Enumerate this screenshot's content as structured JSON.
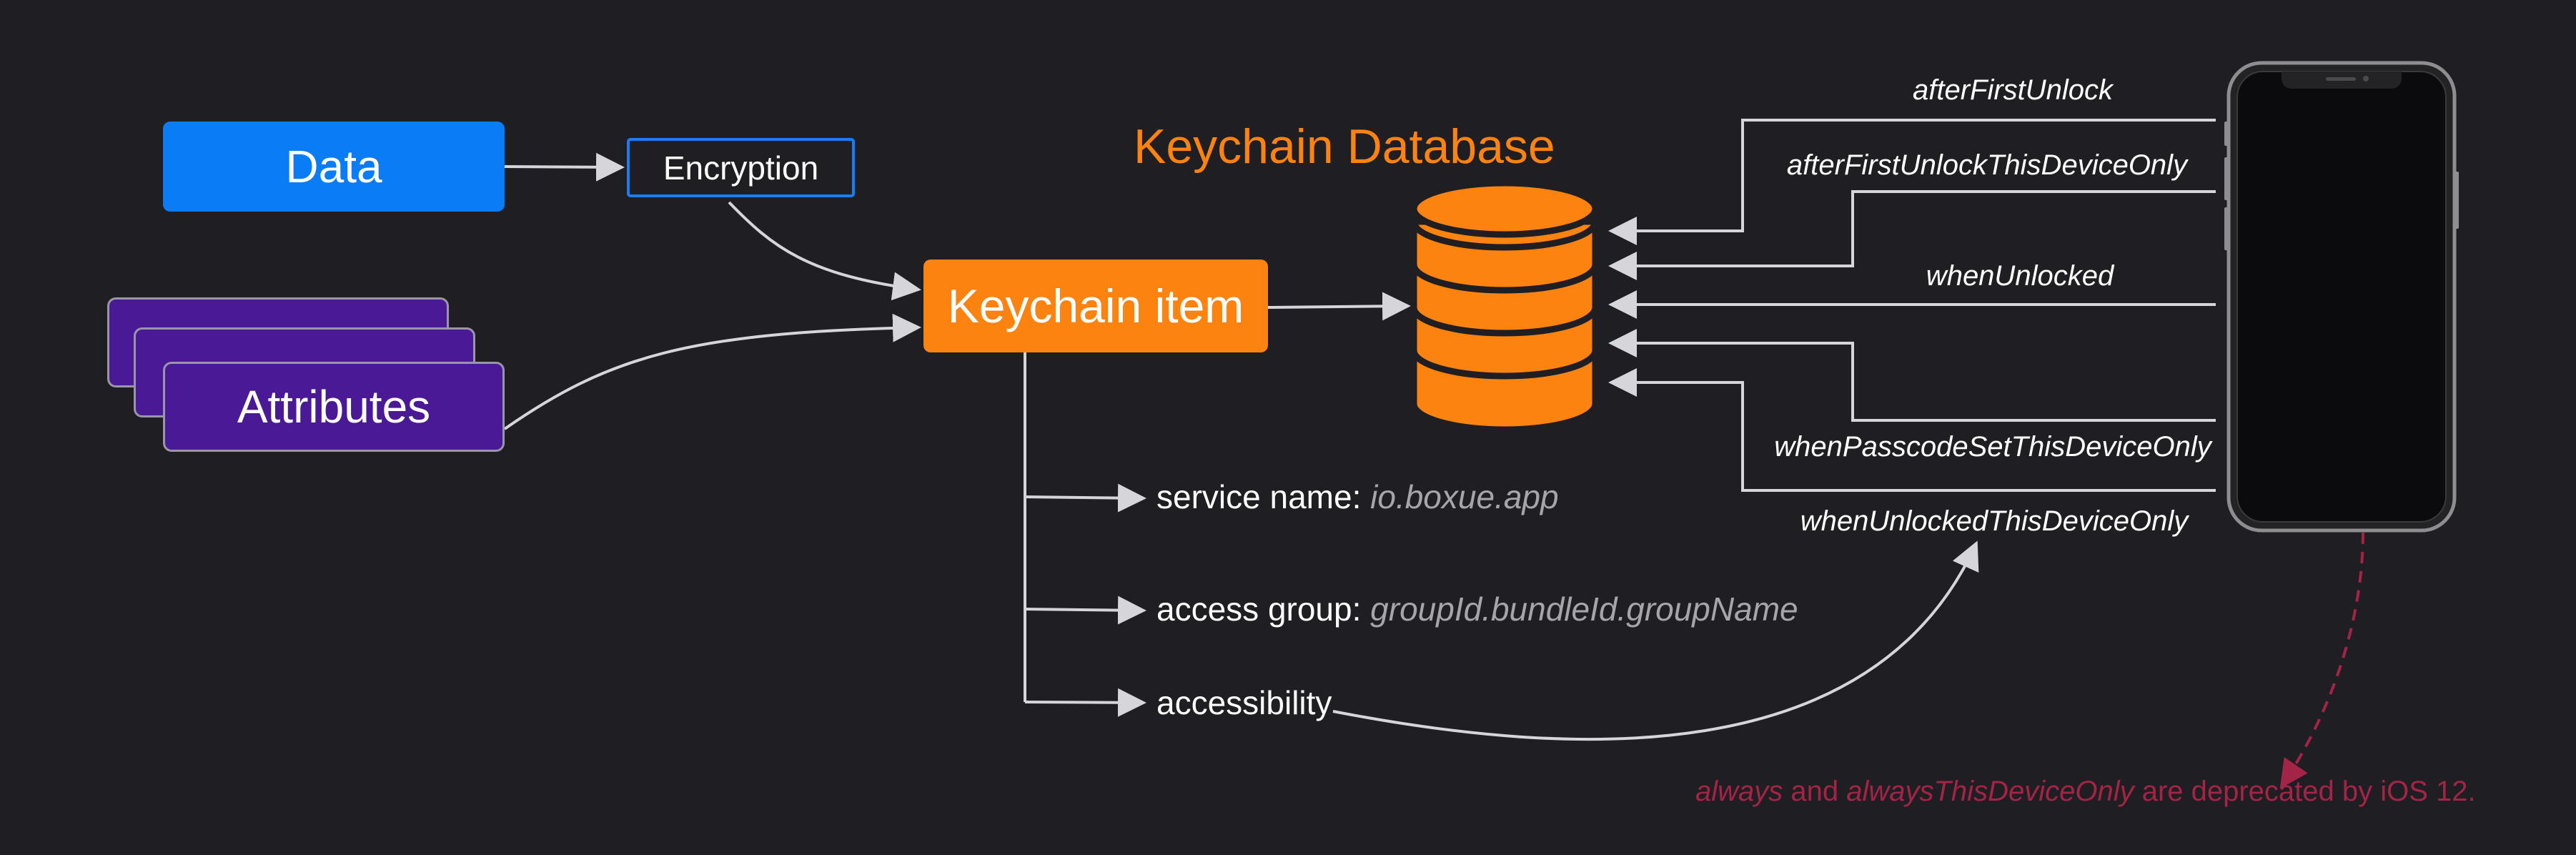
{
  "nodes": {
    "data": "Data",
    "encryption": "Encryption",
    "attributes": "Attributes",
    "keychain_item": "Keychain item",
    "database_title": "Keychain Database"
  },
  "attributes": [
    {
      "name": "service name",
      "separator": ": ",
      "value": "io.boxue.app"
    },
    {
      "name": "access group",
      "separator": ": ",
      "value": "groupId.bundleId.groupName"
    },
    {
      "name": "accessibility",
      "separator": "",
      "value": ""
    }
  ],
  "accessibility_options": [
    "afterFirstUnlock",
    "afterFirstUnlockThisDeviceOnly",
    "whenUnlocked",
    "whenPasscodeSetThisDeviceOnly",
    "whenUnlockedThisDeviceOnly"
  ],
  "note": {
    "term1": "always",
    "joiner": " and ",
    "term2": "alwaysThisDeviceOnly",
    "suffix": " are deprecated by iOS 12."
  },
  "colors": {
    "background": "#1f1e22",
    "data_blue": "#0a7cf5",
    "attributes_purple": "#4a1a96",
    "keychain_orange": "#fd8310",
    "note_red": "#a32446",
    "line": "#d6d6da",
    "muted_value": "#a6a6aa"
  },
  "icons": {
    "database": "database-stack-icon",
    "device": "iphone-icon"
  }
}
